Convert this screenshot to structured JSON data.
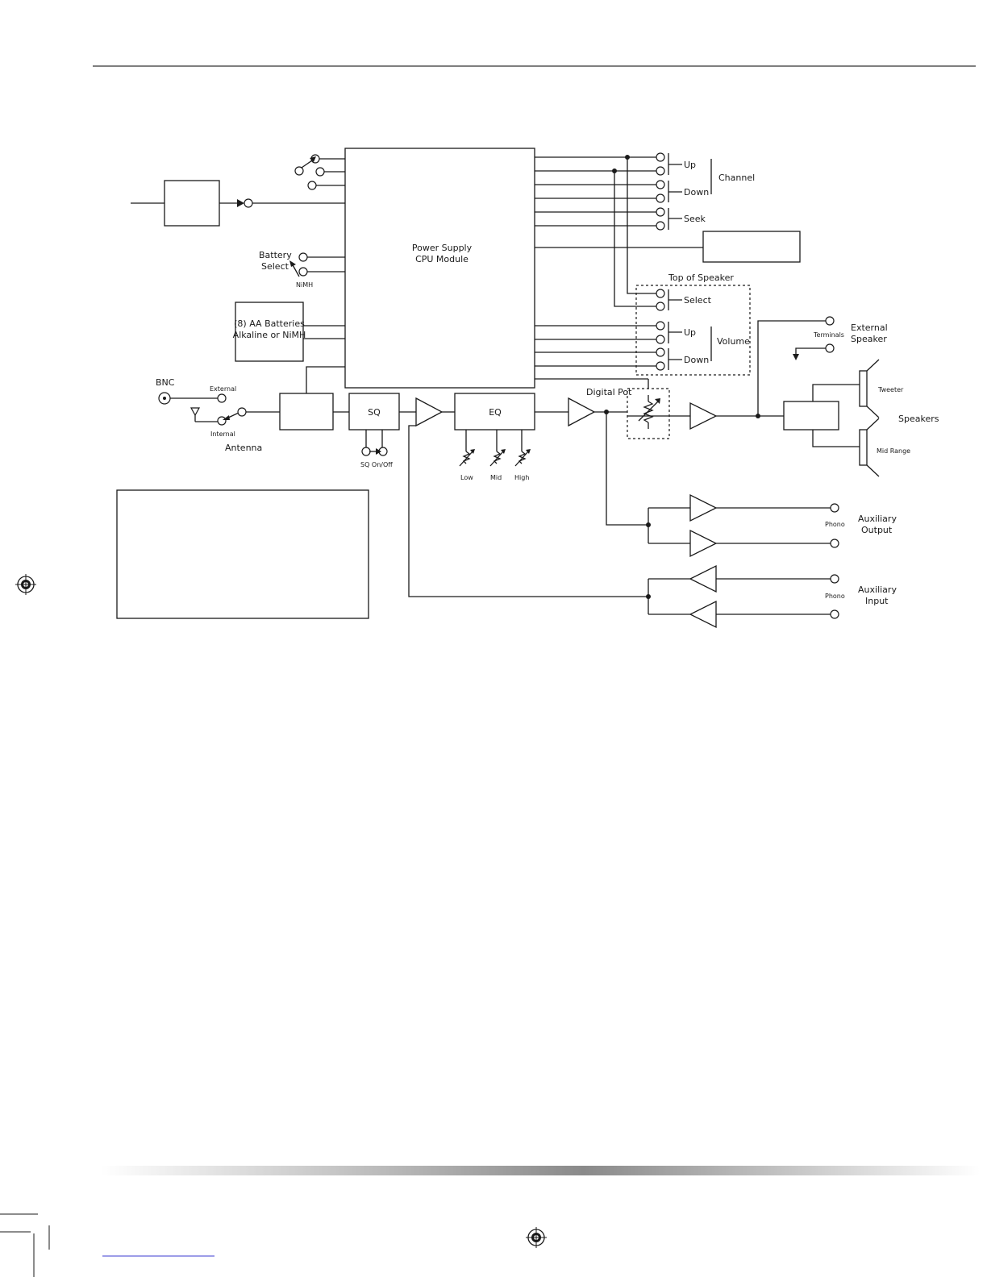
{
  "module": {
    "title_line1": "Power Supply",
    "title_line2": "CPU Module"
  },
  "batteries": {
    "line1": "(8) AA Batteries",
    "line2": "Alkaline or NiMH"
  },
  "battery_select": {
    "line1": "Battery",
    "line2": "Select",
    "nimh": "NiMH"
  },
  "antenna": {
    "bnc": "BNC",
    "external": "External",
    "internal": "Internal",
    "label": "Antenna"
  },
  "audio_path": {
    "sq": "SQ",
    "sq_switch": "SQ On/Off",
    "eq": "EQ",
    "eq_low": "Low",
    "eq_mid": "Mid",
    "eq_high": "High",
    "digital_pot": "Digital Pot"
  },
  "controls": {
    "channel": "Channel",
    "up": "Up",
    "down": "Down",
    "seek": "Seek",
    "top_of_speaker": "Top of Speaker",
    "select": "Select",
    "volume": "Volume",
    "vol_up": "Up",
    "vol_down": "Down"
  },
  "outputs": {
    "terminals": "Terminals",
    "external_line1": "External",
    "external_line2": "Speaker",
    "tweeter": "Tweeter",
    "mid_range": "Mid Range",
    "speakers": "Speakers",
    "aux_out_phono": "Phono",
    "aux_out_line1": "Auxiliary",
    "aux_out_line2": "Output",
    "aux_in_phono": "Phono",
    "aux_in_line1": "Auxiliary",
    "aux_in_line2": "Input"
  },
  "colors": {
    "ink": "#1a1a1a",
    "page": "#ffffff",
    "link_underline": "#3b3bd0"
  }
}
